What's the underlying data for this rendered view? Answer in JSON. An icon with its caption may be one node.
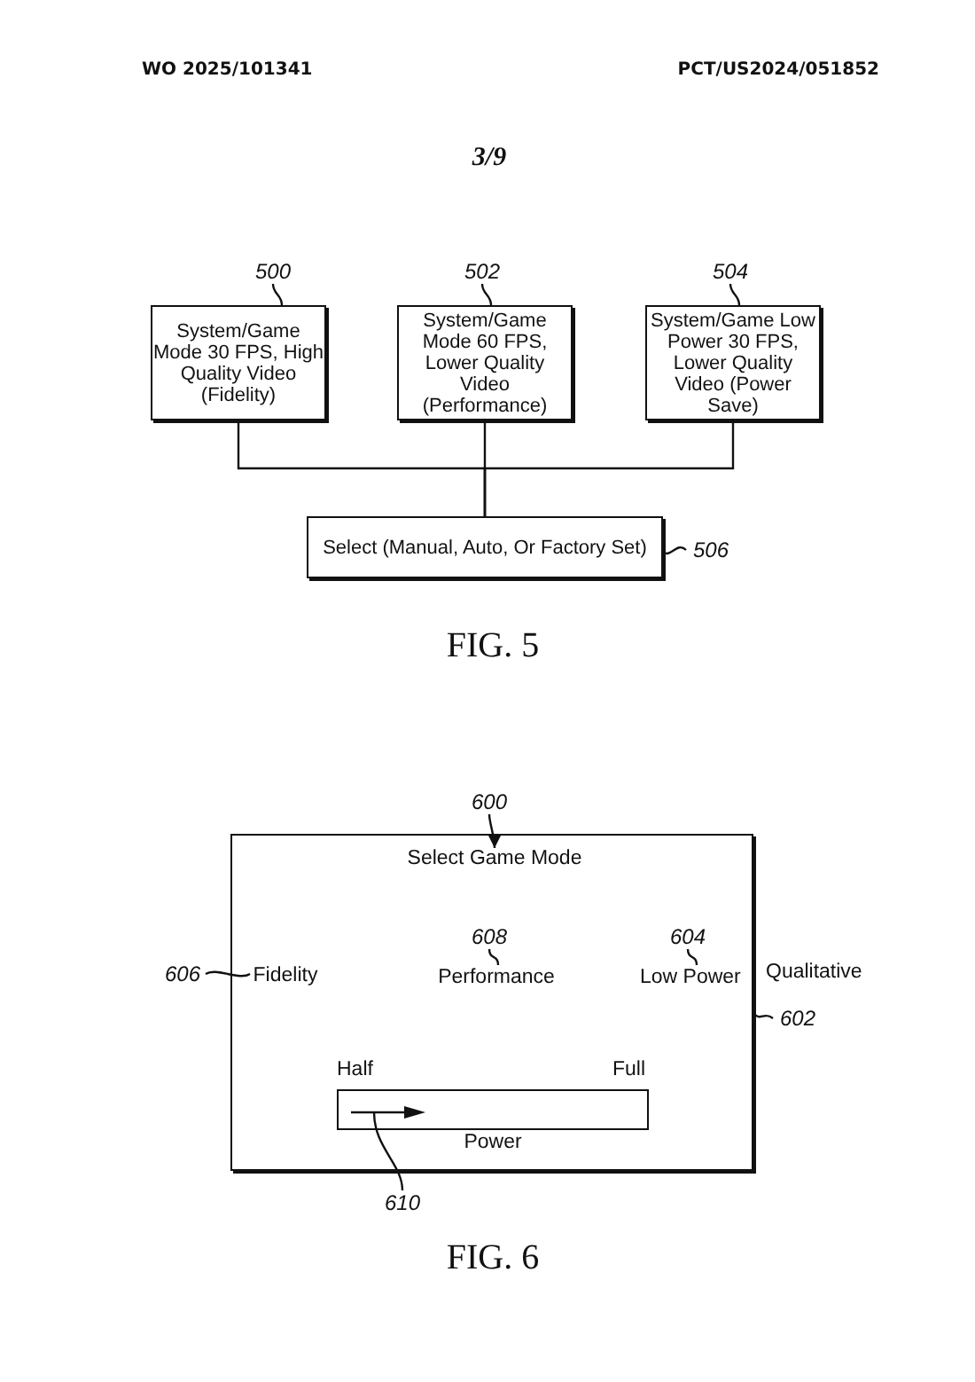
{
  "diagram": {
    "nodes": [
      {
        "text": [
          "500"
        ]
      },
      {
        "text": [
          "System/Game Mode 30 FPS, High Quality Video (Fidelity)"
        ]
      },
      {
        "text": [
          "502"
        ]
      },
      {
        "text": [
          "System/Game Mode 60 FPS, Lower Quality Video (Performance)"
        ]
      },
      {
        "text": [
          "504"
        ]
      },
      {
        "text": [
          "System/Game Low Power 30 FPS, Lower Quality Video (Power Save)"
        ]
      },
      {
        "text": [
          "Select (Manual, Auto, Or Factory Set)"
        ]
      },
      {
        "text": [
          "506"
        ]
      },
      {
        "text": [
          "600"
        ]
      },
      {
        "text": [],
        "shape": "box"
      },
      {
        "text": [
          "Select Game Mode"
        ],
        "in": 9
      },
      {
        "text": [
          "606"
        ]
      },
      {
        "text": [
          "Fidelity"
        ],
        "in": 9
      },
      {
        "text": [
          "608"
        ],
        "in": 9
      },
      {
        "text": [
          "Performance"
        ],
        "in": 9
      },
      {
        "text": [
          "604"
        ],
        "in": 9
      },
      {
        "text": [
          "Low Power"
        ],
        "in": 9
      },
      {
        "text": [
          "602"
        ]
      },
      {
        "text": [],
        "shape": "bar",
        "in": 9
      },
      {
        "text": [],
        "shape": "arrow",
        "in": 18
      },
      {
        "text": [
          "610"
        ]
      }
    ],
    "edges": [
      {
        "from": 0,
        "to": 1,
        "arrow": "none"
      },
      {
        "from": 2,
        "to": 3,
        "arrow": "none"
      },
      {
        "from": 4,
        "to": 5,
        "arrow": "none"
      },
      {
        "from": 1,
        "to": 6,
        "arrow": "none"
      },
      {
        "from": 3,
        "to": 6,
        "arrow": "none"
      },
      {
        "from": 5,
        "to": 6,
        "arrow": "none"
      },
      {
        "from": 7,
        "to": 6,
        "arrow": "none"
      },
      {
        "from": 8,
        "to": 10,
        "arrow": "to"
      },
      {
        "from": 11,
        "to": 12,
        "arrow": "none"
      },
      {
        "from": 13,
        "to": 14,
        "arrow": "none"
      },
      {
        "from": 15,
        "to": 16,
        "arrow": "none"
      },
      {
        "from": 17,
        "to": 9,
        "arrow": "none"
      },
      {
        "from": 20,
        "to": 19,
        "arrow": "none"
      }
    ],
    "labels": [
      "WO 2025/101341",
      "PCT/US2024/051852",
      "3/9",
      "FIG. 5",
      "Qualitative",
      "Half",
      "Full",
      "Power",
      "FIG. 6"
    ]
  }
}
